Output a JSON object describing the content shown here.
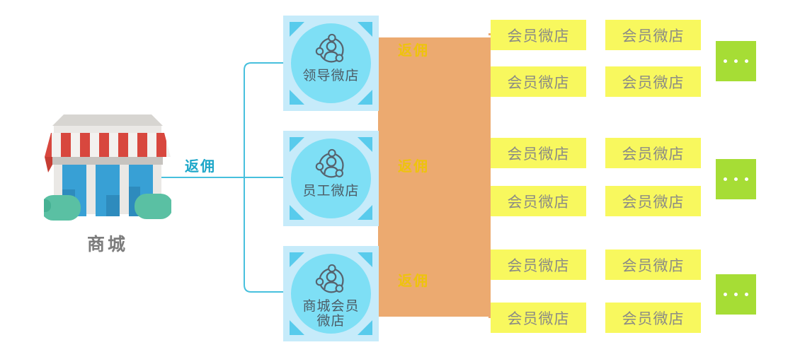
{
  "store": {
    "label": "商城"
  },
  "store_edge": {
    "commission_label": "返佣"
  },
  "tiers": [
    {
      "label": "领导微店",
      "commission_label": "返佣"
    },
    {
      "label": "员工微店",
      "commission_label": "返佣"
    },
    {
      "label": "商城会员微店",
      "commission_label": "返佣"
    }
  ],
  "member_groups": [
    {
      "boxes": [
        "会员微店",
        "会员微店",
        "会员微店",
        "会员微店"
      ]
    },
    {
      "boxes": [
        "会员微店",
        "会员微店",
        "会员微店",
        "会员微店"
      ]
    },
    {
      "boxes": [
        "会员微店",
        "会员微店",
        "会员微店",
        "会员微店"
      ]
    }
  ],
  "icons": {
    "store": "storefront-icon",
    "tier": "user-network-icon",
    "more": "ellipsis-icon"
  },
  "colors": {
    "node_square": "#c6ebfa",
    "node_circle": "#7edff5",
    "corner_ornament": "#58cbec",
    "teal_line": "#47c0dd",
    "teal_label": "#1ea7c9",
    "orange_band": "#ecaa70",
    "band_label_yellow": "#eec30d",
    "member_box": "#f8f85e",
    "member_text": "#8b8b85",
    "more_box_green": "#a6dd35",
    "store_label_gray": "#7c7c7c"
  }
}
